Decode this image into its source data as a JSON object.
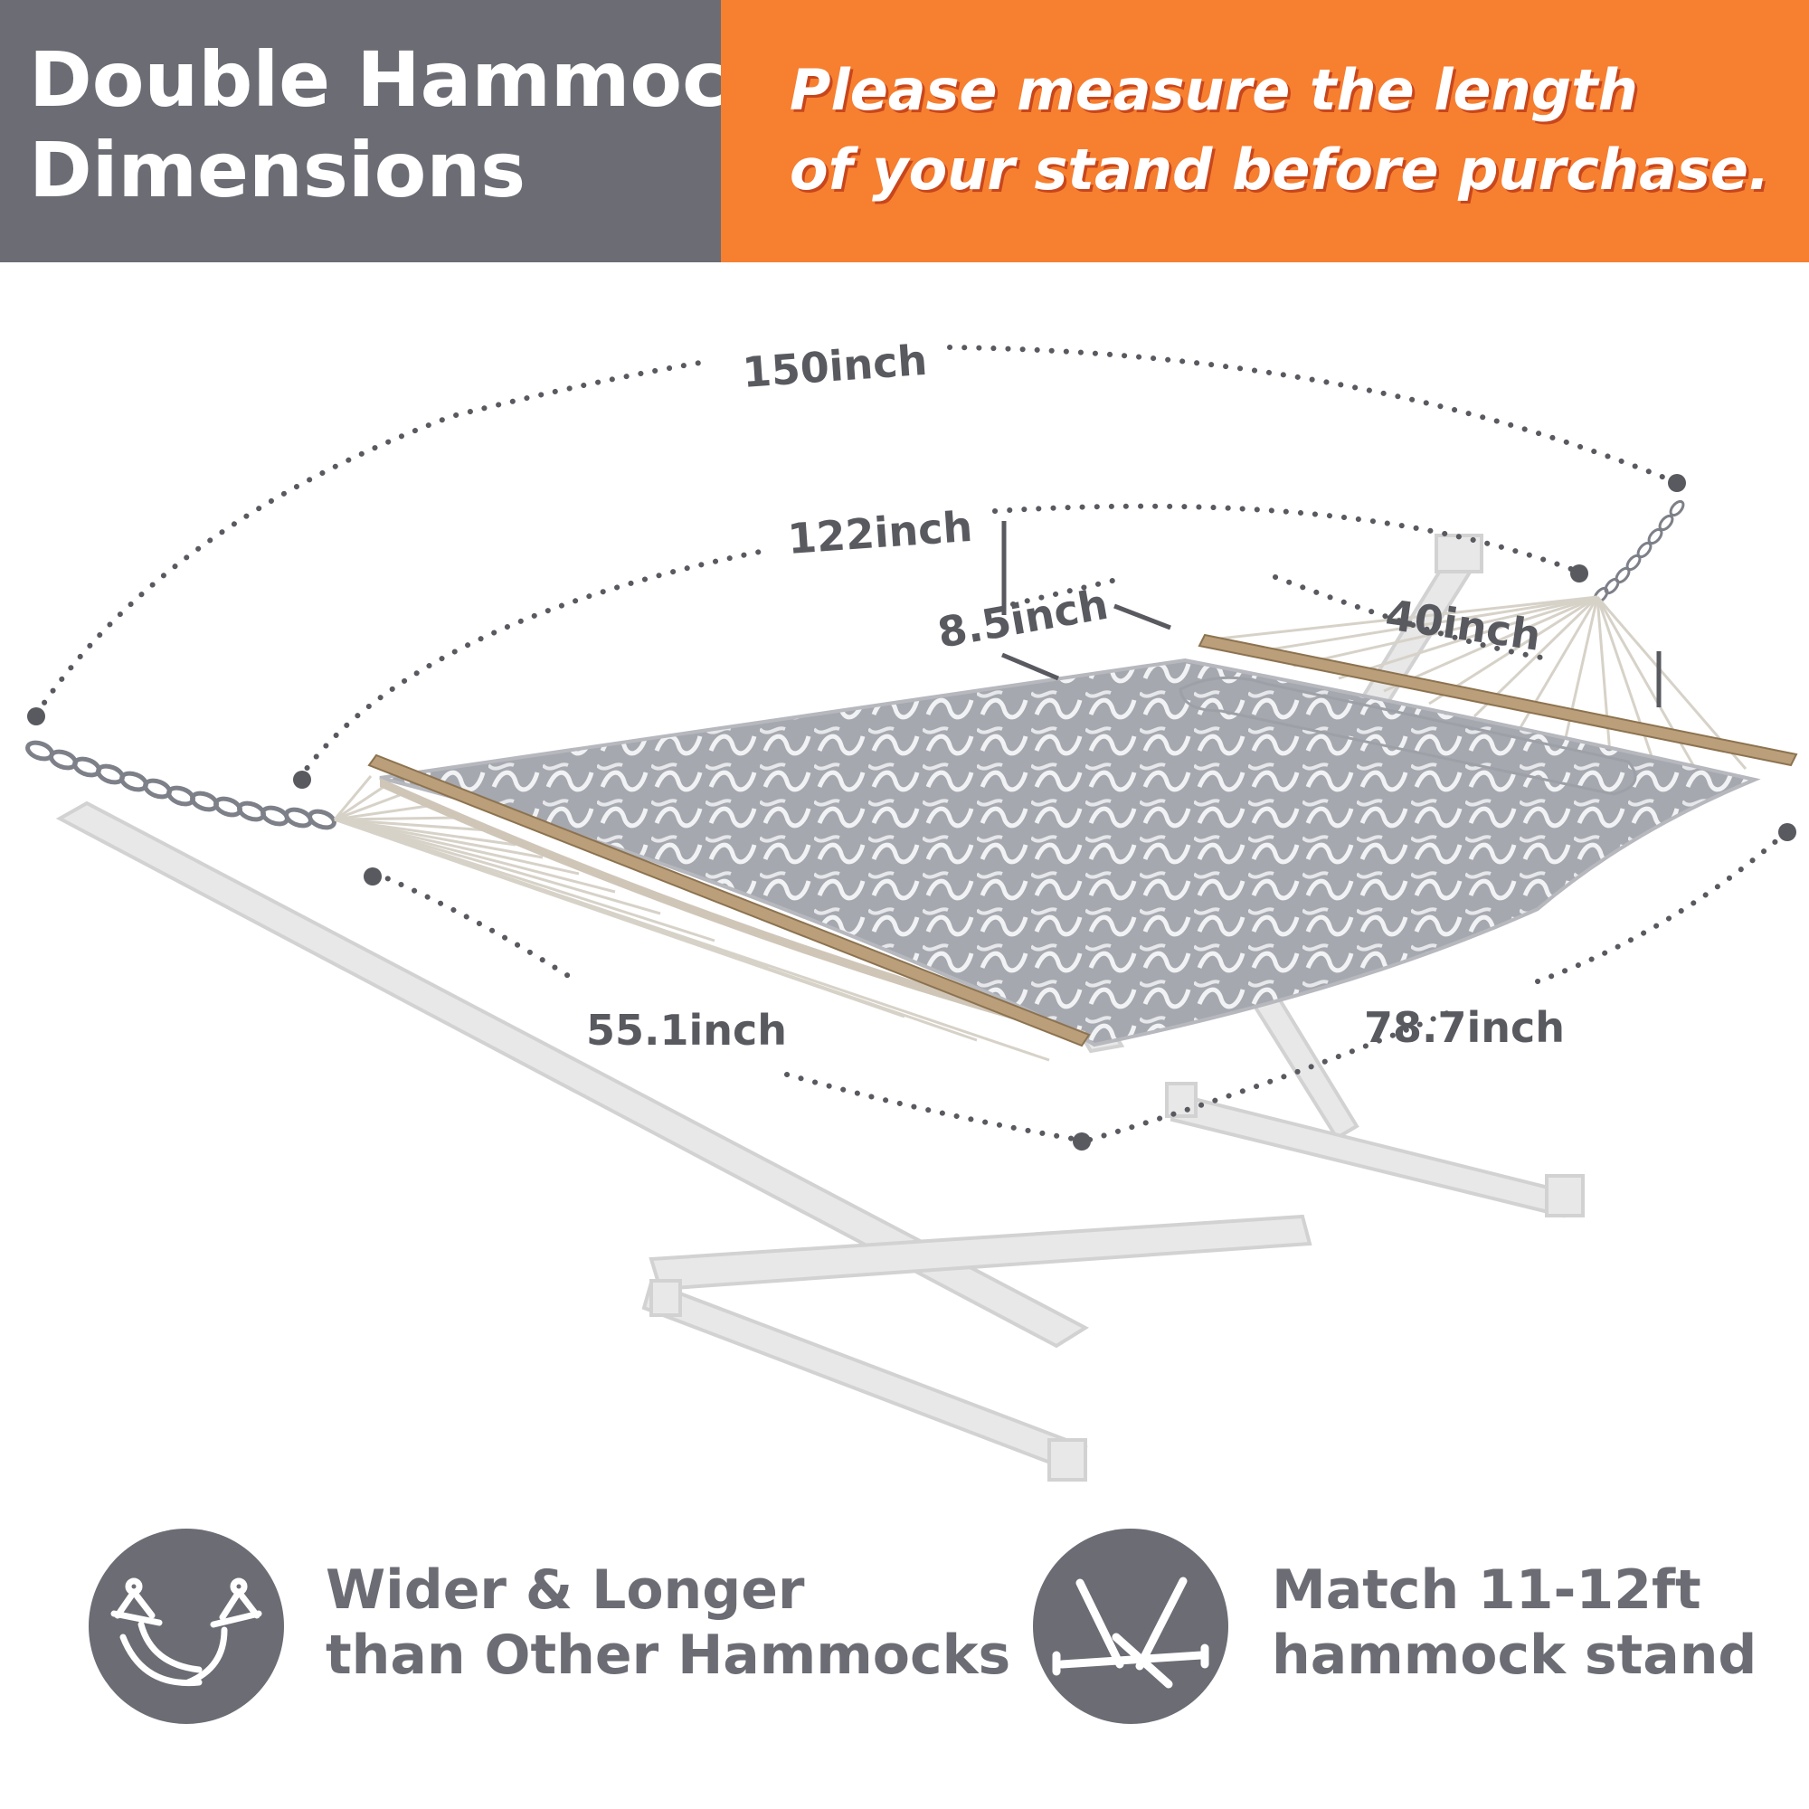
{
  "header": {
    "title_line1": "Double Hammock",
    "title_line2": "Dimensions",
    "notice_line1": "Please measure the length",
    "notice_line2": "of your stand before purchase.",
    "title_bg_color": "#6b6c74",
    "notice_bg_color": "#f77f30"
  },
  "dimensions": {
    "overall_length": "150inch",
    "bed_length": "122inch",
    "pillow_height": "8.5inch",
    "pillow_width": "40inch",
    "bed_width": "55.1inch",
    "bed_length_flat": "78.7inch"
  },
  "features": [
    {
      "icon": "hammocks-icon",
      "line1": "Wider & Longer",
      "line2": "than Other Hammocks"
    },
    {
      "icon": "hammock-stand-icon",
      "line1": "Match 11-12ft",
      "line2": "hammock stand"
    }
  ]
}
